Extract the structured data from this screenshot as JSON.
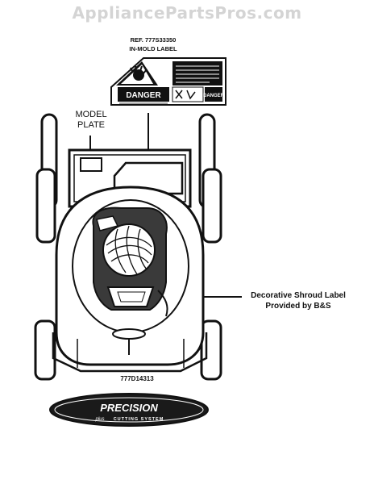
{
  "watermark": "AppliancePartsPros.com",
  "callouts": {
    "ref_line1": "REF. 777S33350",
    "ref_line2": "IN-MOLD LABEL",
    "model_line1": "MODEL",
    "model_line2": "PLATE",
    "shroud_line1": "Decorative Shroud Label",
    "shroud_line2": "Provided by B&S",
    "part_number": "777D14313"
  },
  "danger_label": {
    "heading": "DANGER",
    "heading_small": "DANGER"
  },
  "precision_logo": {
    "brand": "PRECISION",
    "sub_small": "plus",
    "sub": "CUTTING SYSTEM"
  },
  "colors": {
    "ink": "#111111",
    "watermark": "#d4d4d4",
    "body_fill": "#ffffff",
    "logo_fill": "#1a1a1a"
  }
}
